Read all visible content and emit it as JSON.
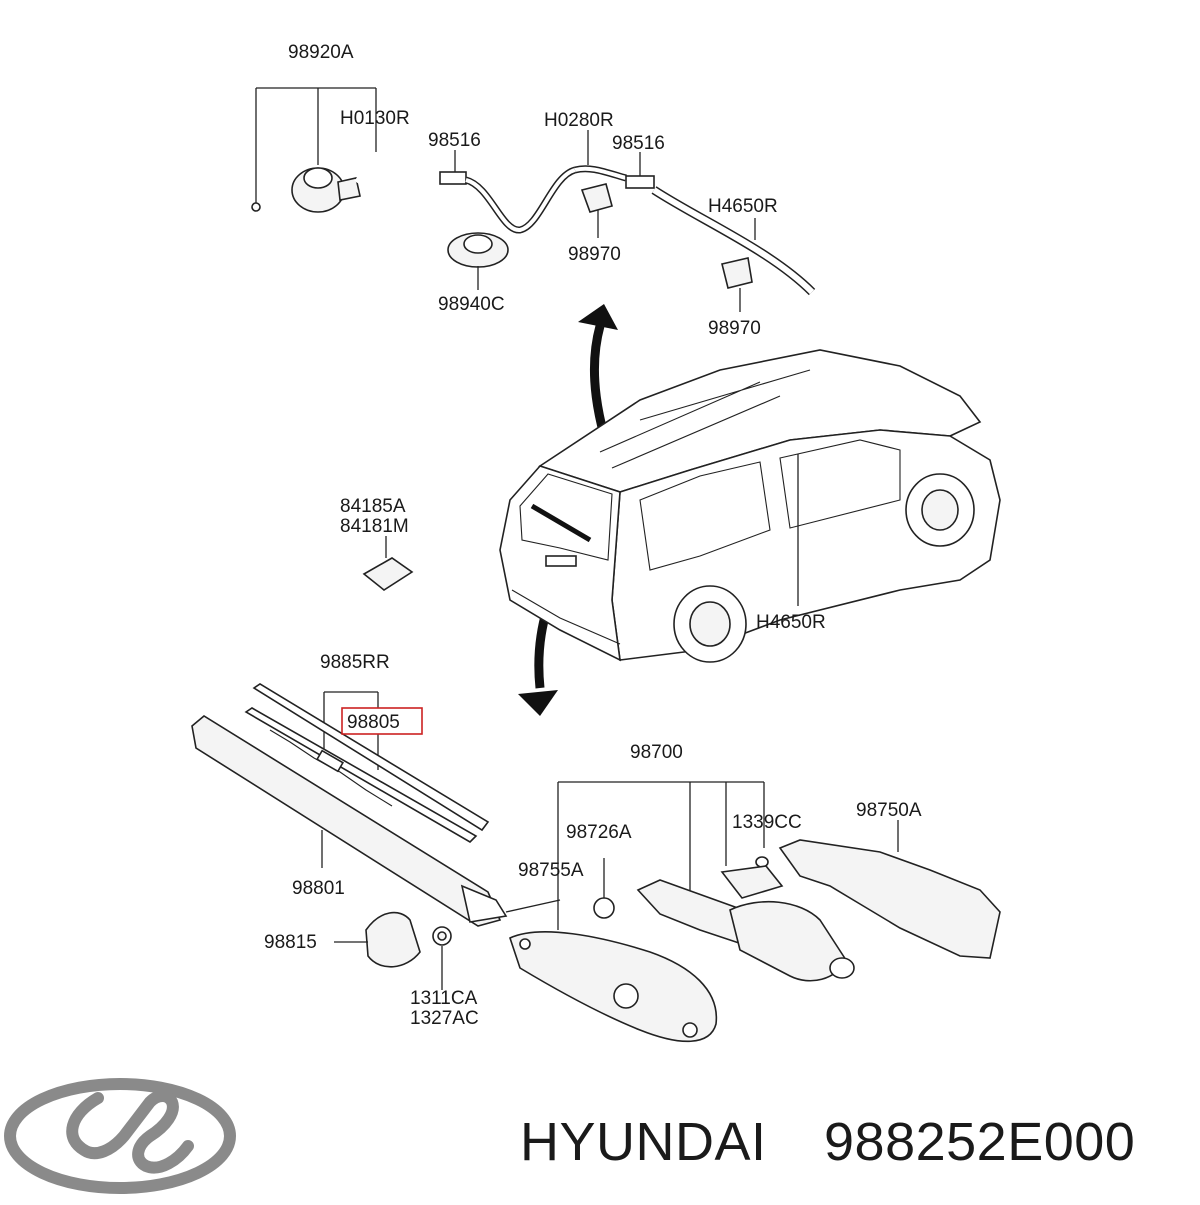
{
  "labels": {
    "p98920A": "98920A",
    "pH0130R": "H0130R",
    "p98516a": "98516",
    "pH0280R": "H0280R",
    "p98516b": "98516",
    "pH4650R_top": "H4650R",
    "p98970a": "98970",
    "p98970b": "98970",
    "p98940C": "98940C",
    "p84185A": "84185A",
    "p84181M": "84181M",
    "pH4650R_car": "H4650R",
    "p9885RR": "9885RR",
    "p98805": "98805",
    "p98700": "98700",
    "p98726A": "98726A",
    "p1339CC": "1339CC",
    "p98750A": "98750A",
    "p98755A": "98755A",
    "p98801": "98801",
    "p98815": "98815",
    "p1311CA": "1311CA",
    "p1327AC": "1327AC"
  },
  "footer": {
    "brand": "HYUNDAI",
    "part_number": "988252E000"
  },
  "logo": {
    "name": "hyundai-logo",
    "color": "#8a8a8a"
  },
  "highlight": {
    "part": "98805",
    "color": "#cc2222"
  }
}
